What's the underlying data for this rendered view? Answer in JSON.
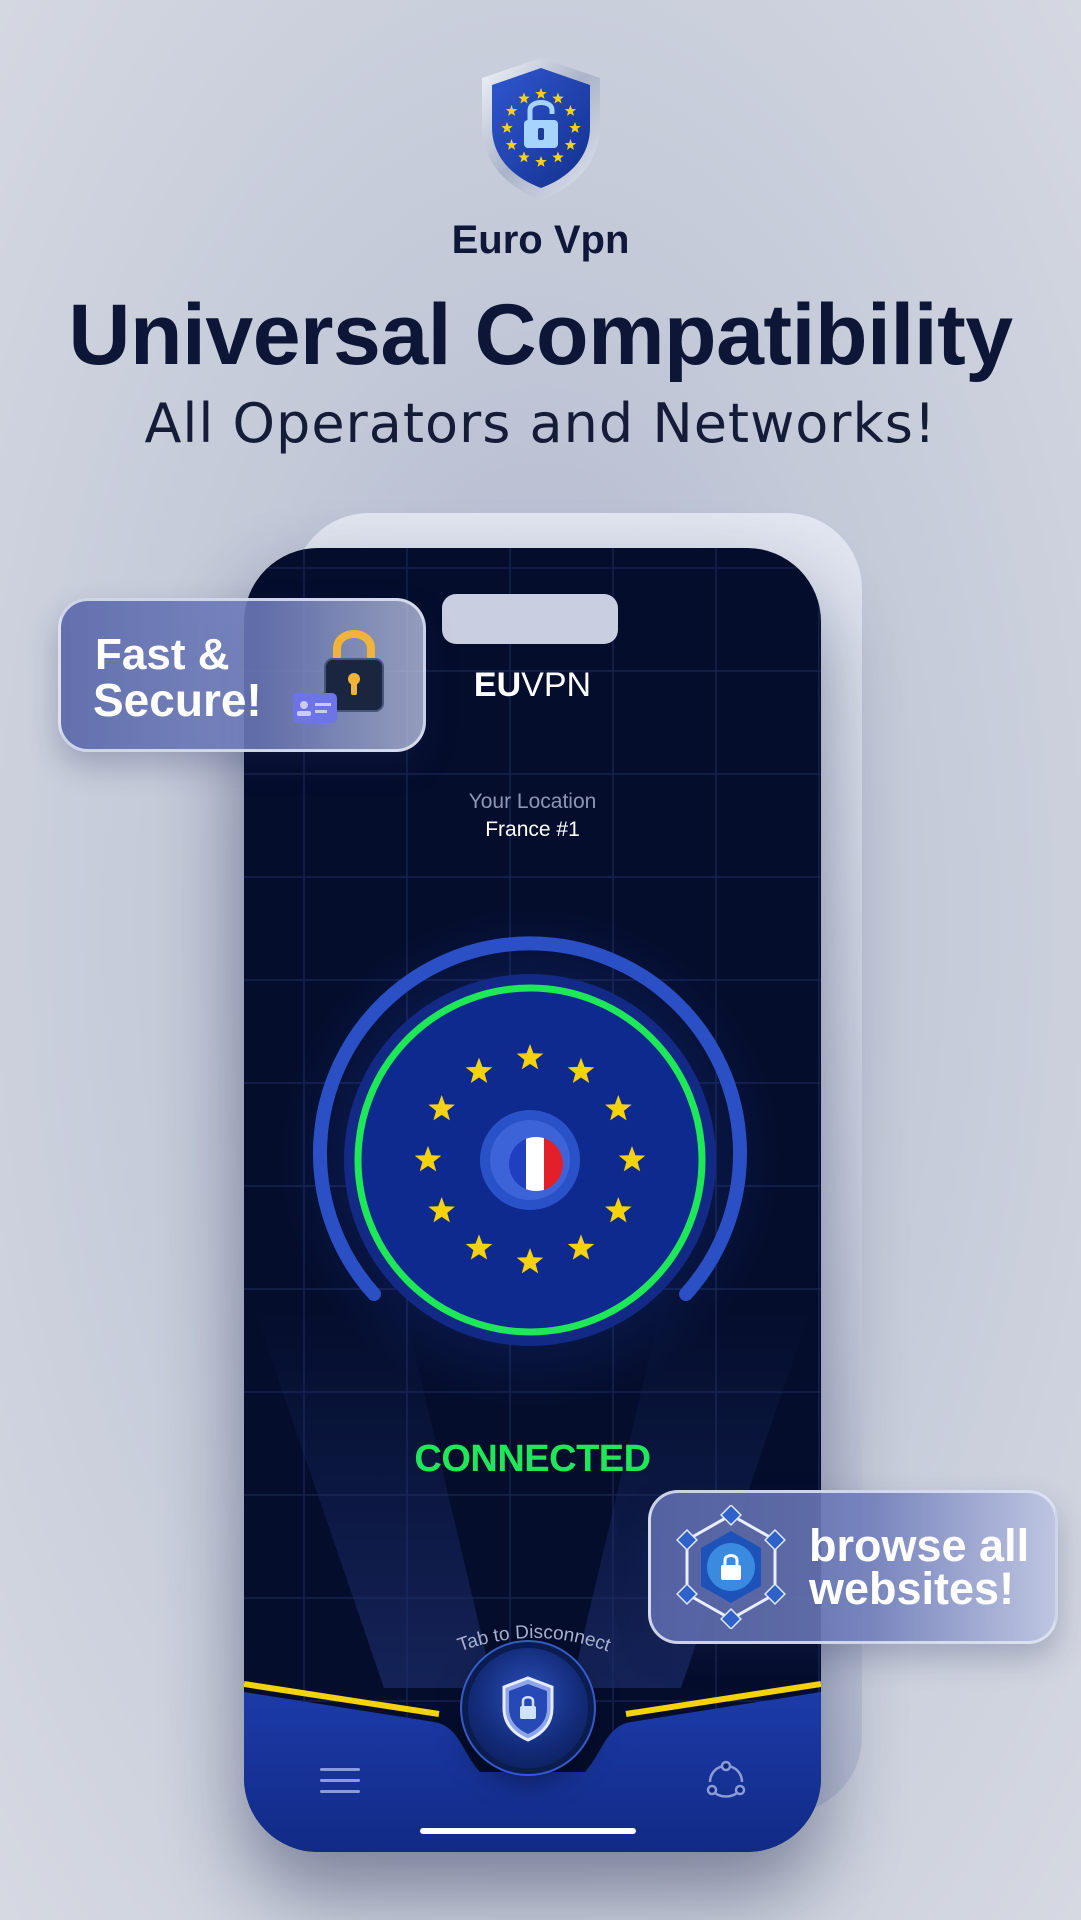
{
  "app": {
    "name": "Euro Vpn",
    "logo_icon": "shield-lock-eu-icon"
  },
  "promo": {
    "headline": "Universal Compatibility",
    "subline": "All Operators and Networks!"
  },
  "badge_fast": {
    "line1": "Fast &",
    "line2": "Secure!",
    "icon": "padlock-icon"
  },
  "badge_browse": {
    "line1": "browse all",
    "line2": "websites!",
    "icon": "network-lock-icon"
  },
  "screen": {
    "brand_bold": "EU",
    "brand_light": "VPN",
    "location_label": "Your Location",
    "location_value": "France #1",
    "status": "CONNECTED",
    "disconnect_hint": "Tab to Disconnect",
    "menu_icon": "hamburger-menu-icon",
    "share_icon": "share-icon",
    "connect_button_icon": "shield-lock-icon"
  },
  "colors": {
    "connected": "#1ee858",
    "accent_yellow": "#f5d20e",
    "eu_blue": "#1a3aa3",
    "screen_bg": "#040d2c"
  }
}
